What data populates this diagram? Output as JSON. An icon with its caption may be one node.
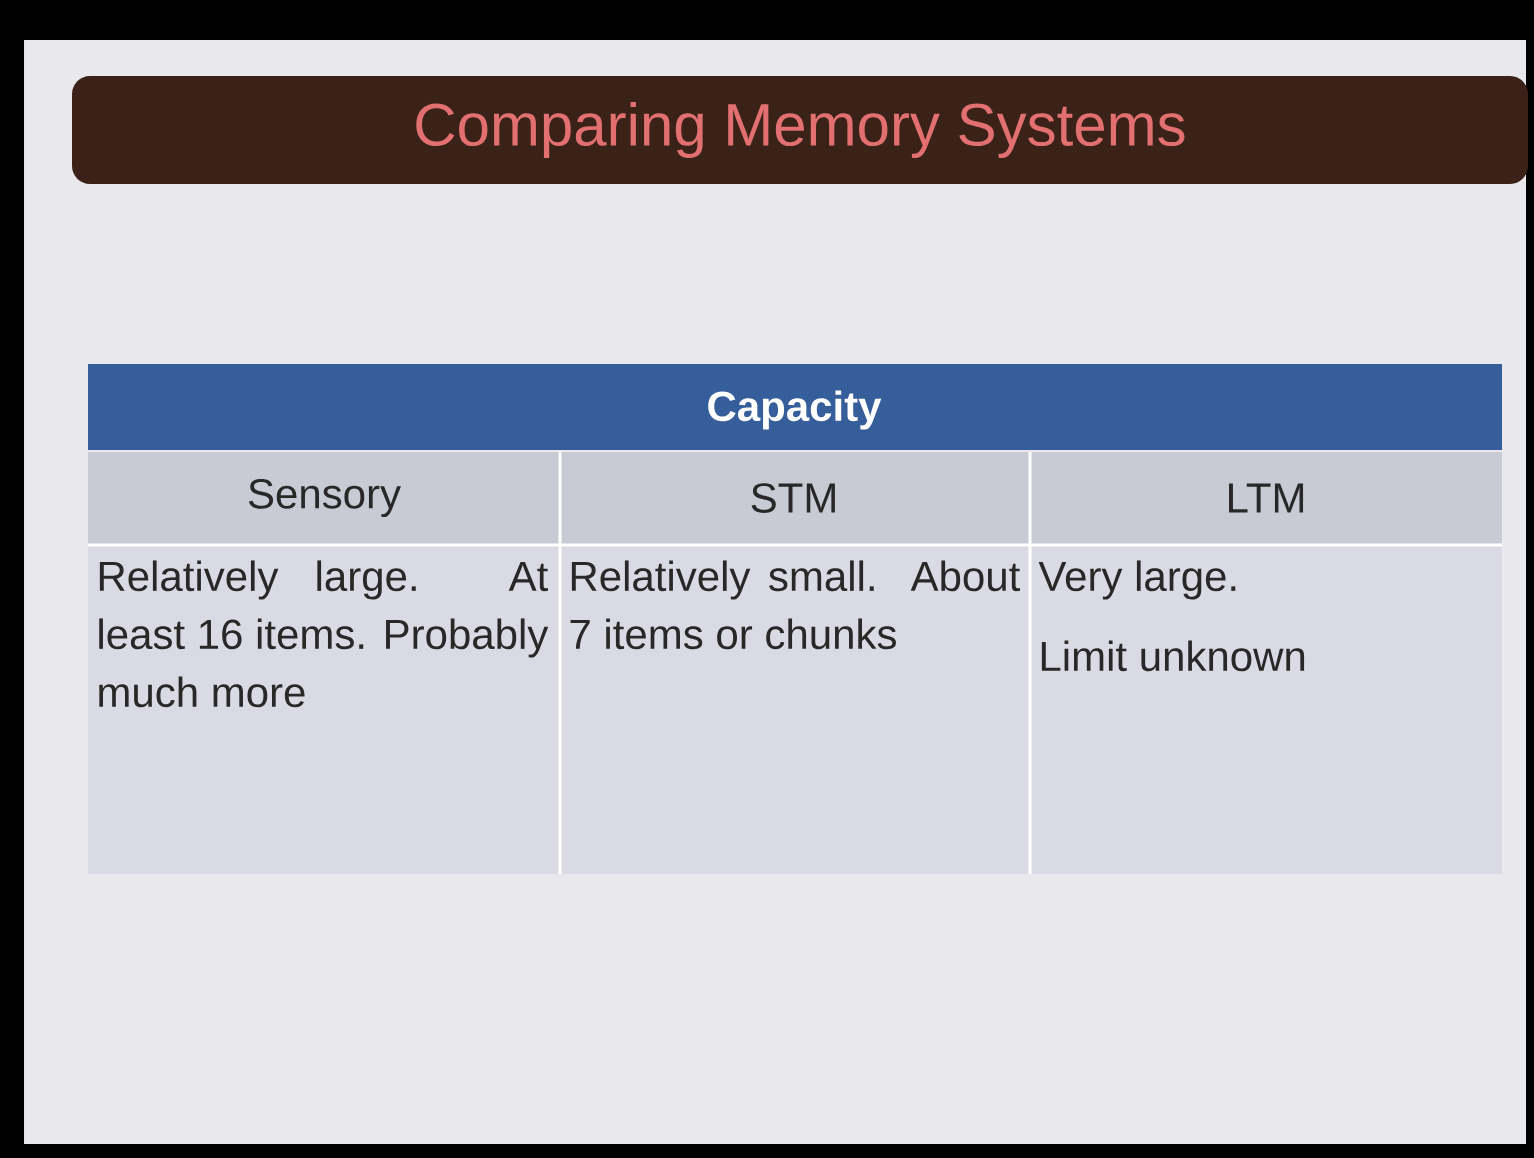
{
  "diagram": {
    "title": "Comparing Memory Systems",
    "labels": [
      "Capacity",
      "Sensory",
      "STM",
      "LTM",
      "Relatively large. At least 16 items. Probably much more",
      "Relatively small. About 7 items or chunks",
      "Very large.",
      "Limit unknown"
    ]
  }
}
